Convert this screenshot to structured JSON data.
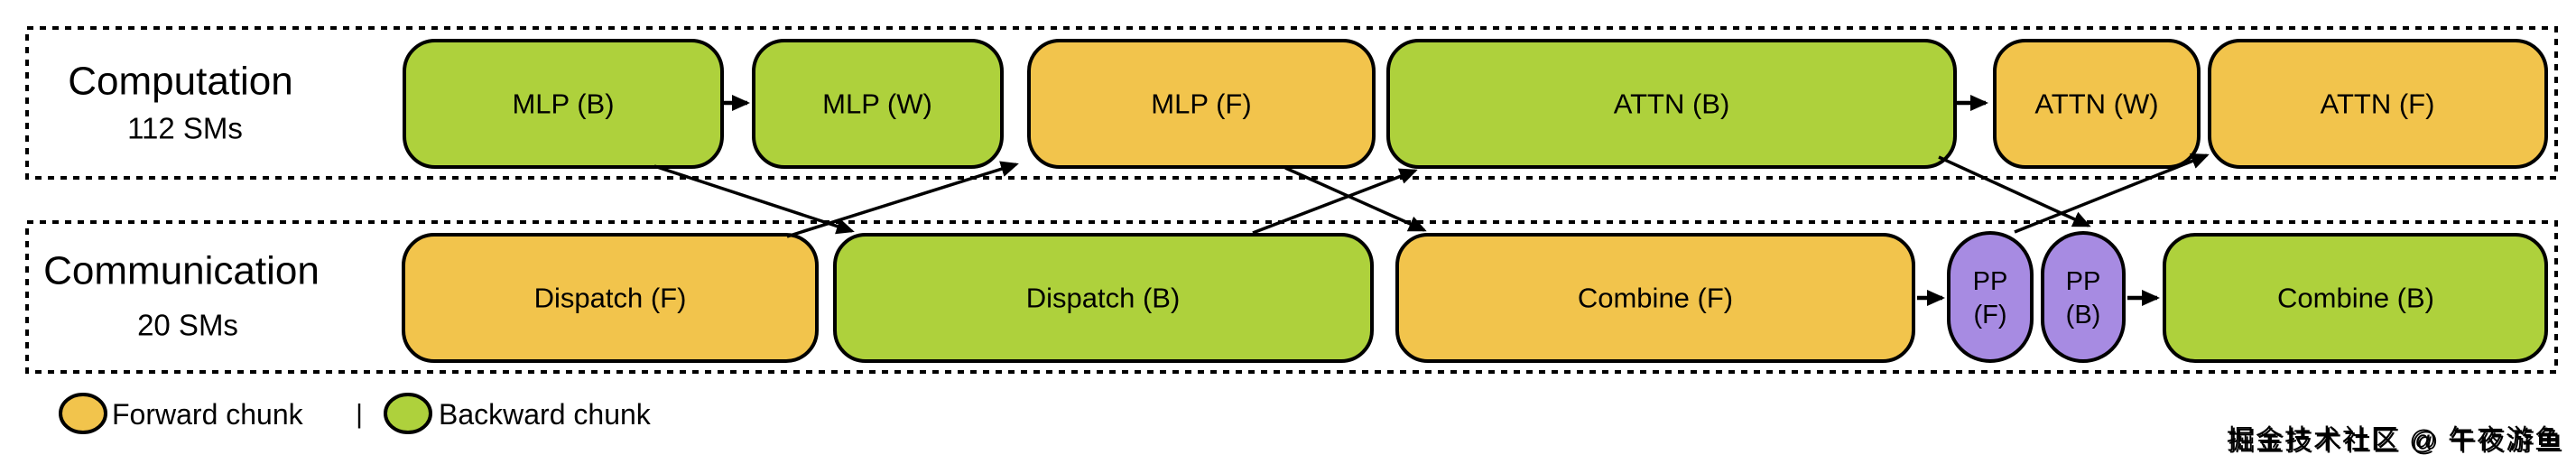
{
  "colors": {
    "forward": "#F2C44C",
    "backward": "#AED13C",
    "pp": "#A78BE2",
    "stroke": "#000000",
    "watermark_gray": "#C9C9C9",
    "watermark_highlight": "#FFFFFF"
  },
  "computation_band": {
    "title": "Computation",
    "sms": "112 SMs",
    "boxes": [
      {
        "label": "MLP (B)",
        "chunk": "backward"
      },
      {
        "label": "MLP (W)",
        "chunk": "backward"
      },
      {
        "label": "MLP (F)",
        "chunk": "forward"
      },
      {
        "label": "ATTN (B)",
        "chunk": "backward"
      },
      {
        "label": "ATTN (W)",
        "chunk": "forward"
      },
      {
        "label": "ATTN (F)",
        "chunk": "forward"
      }
    ]
  },
  "communication_band": {
    "title": "Communication",
    "sms": "20 SMs",
    "boxes": [
      {
        "label": "Dispatch (F)",
        "chunk": "forward"
      },
      {
        "label": "Dispatch (B)",
        "chunk": "backward"
      },
      {
        "label": "Combine (F)",
        "chunk": "forward"
      },
      {
        "label_line1": "PP",
        "label_line2": "(F)",
        "chunk": "pp"
      },
      {
        "label_line1": "PP",
        "label_line2": "(B)",
        "chunk": "pp"
      },
      {
        "label": "Combine (B)",
        "chunk": "backward"
      }
    ]
  },
  "legend": {
    "forward_label": "Forward chunk",
    "separator": "|",
    "backward_label": "Backward chunk"
  },
  "watermark": "掘金技术社区 @ 午夜游鱼"
}
